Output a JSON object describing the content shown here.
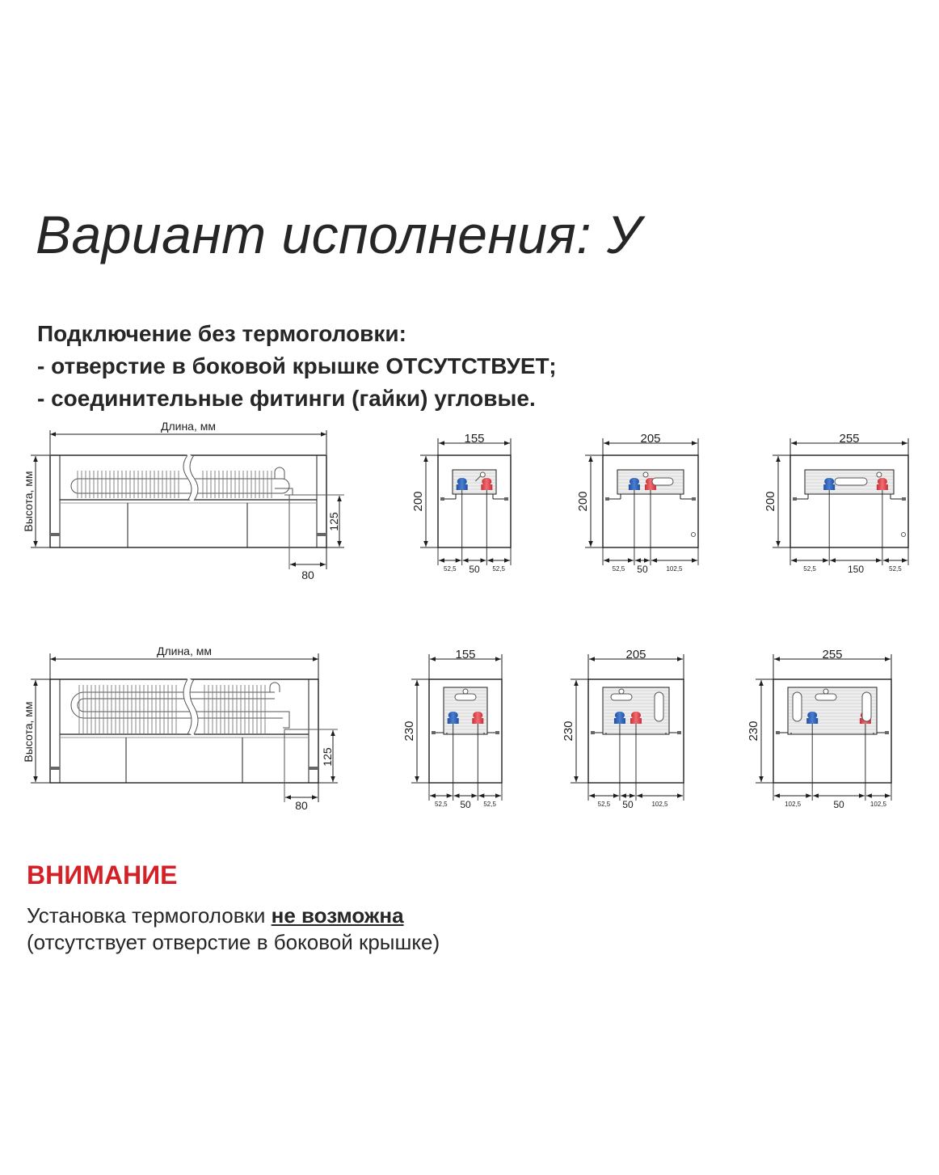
{
  "title": "Вариант исполнения: У",
  "connection": {
    "heading": "Подключение без термоголовки:",
    "line1": "- отверстие в боковой крышке ОТСУТСТВУЕТ;",
    "line2": "- соединительные фитинги (гайки) угловые."
  },
  "labels": {
    "length": "Длина, мм",
    "height": "Высота, мм"
  },
  "row1": {
    "side": {
      "height": "125",
      "offset": "80"
    },
    "sections": [
      {
        "width": "155",
        "height": "200",
        "d1": "52,5",
        "d2": "50",
        "d3": "52,5"
      },
      {
        "width": "205",
        "height": "200",
        "d1": "52,5",
        "d2": "50",
        "d3": "102,5"
      },
      {
        "width": "255",
        "height": "200",
        "d1": "52,5",
        "d2": "150",
        "d3": "52,5"
      }
    ]
  },
  "row2": {
    "side": {
      "height": "125",
      "offset": "80"
    },
    "sections": [
      {
        "width": "155",
        "height": "230",
        "d1": "52,5",
        "d2": "50",
        "d3": "52,5"
      },
      {
        "width": "205",
        "height": "230",
        "d1": "52,5",
        "d2": "50",
        "d3": "102,5"
      },
      {
        "width": "255",
        "height": "230",
        "d1": "102,5",
        "d2": "50",
        "d3": "102,5"
      }
    ]
  },
  "warning": {
    "heading": "ВНИМАНИЕ",
    "text_before": "Установка термоголовки ",
    "text_emphasis": "не возможна",
    "line2": "(отсутствует отверстие в боковой крышке)"
  },
  "colors": {
    "warning_red": "#d42027",
    "cold_valve": "#2f5fb0",
    "hot_valve": "#e0454b",
    "line": "#1e1e1e"
  }
}
